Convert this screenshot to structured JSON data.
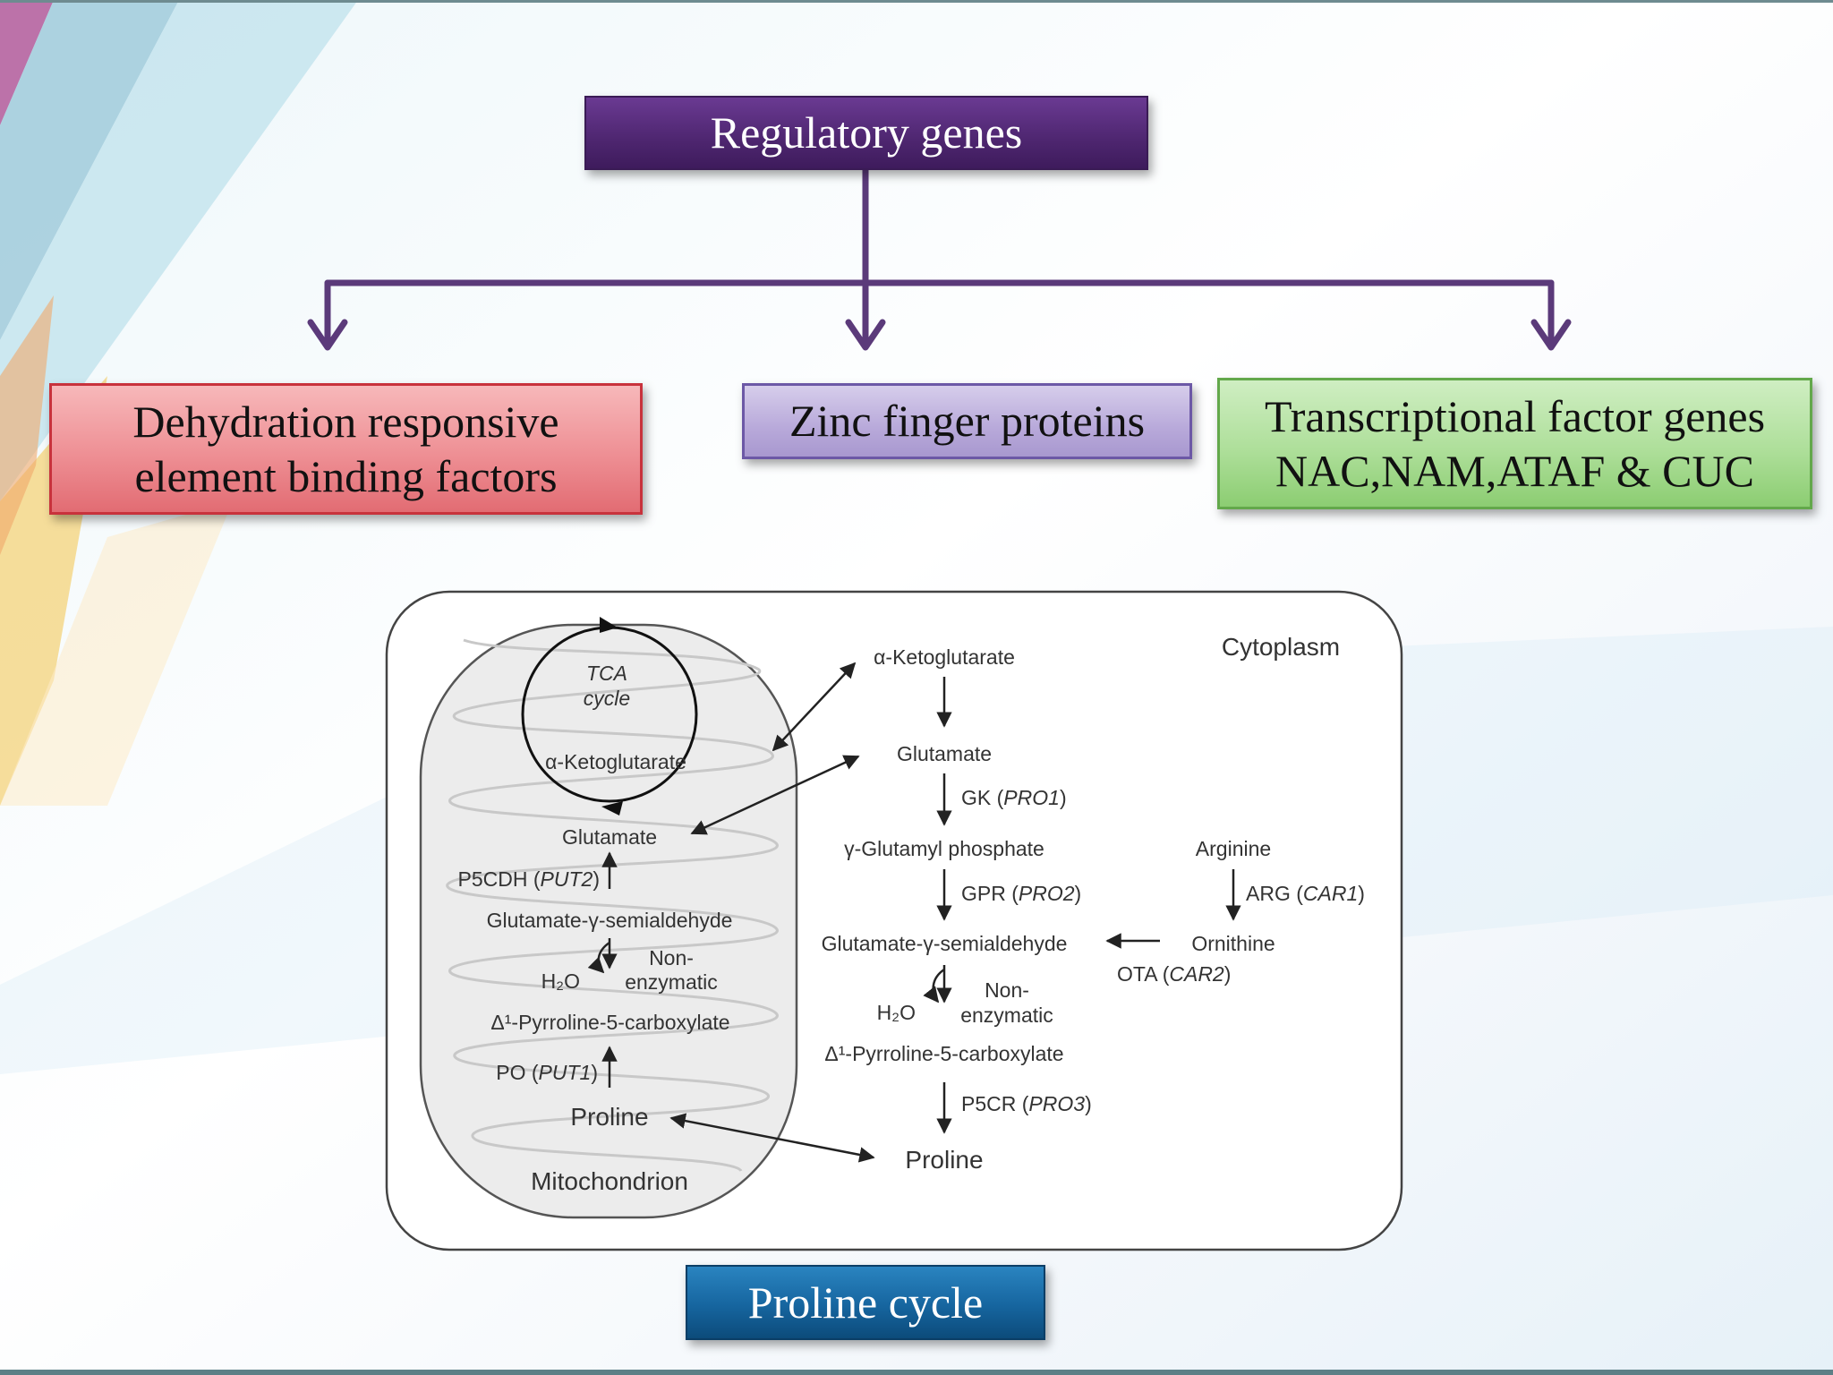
{
  "colors": {
    "connector": "#5b3a7a",
    "regulatory_box": "#4e2670",
    "dreb_box": "#ee8f94",
    "zinc_box": "#b8a9da",
    "tf_box": "#aedf9a",
    "caption_box": "#16659f"
  },
  "hierarchy": {
    "root": "Regulatory genes",
    "children": [
      "Dehydration responsive\nelement binding factors",
      "Zinc finger proteins",
      "Transcriptional factor genes\nNAC,NAM,ATAF & CUC"
    ]
  },
  "pathway": {
    "compartments": {
      "cytoplasm": "Cytoplasm",
      "mitochondrion": "Mitochondrion"
    },
    "mito": {
      "tca_line1": "TCA",
      "tca_line2": "cycle",
      "aketo": "α-Ketoglutarate",
      "glutamate": "Glutamate",
      "p5cdh": "P5CDH",
      "put2": "PUT2",
      "gsa": "Glutamate-γ-semialdehyde",
      "h2o": "H₂O",
      "nonenz1": "Non-",
      "nonenz2": "enzymatic",
      "p5c": "Δ¹-Pyrroline-5-carboxylate",
      "po": "PO",
      "put1": "PUT1",
      "proline": "Proline"
    },
    "cyto": {
      "aketo": "α-Ketoglutarate",
      "glutamate": "Glutamate",
      "gk": "GK",
      "pro1": "PRO1",
      "gp": "γ-Glutamyl phosphate",
      "gpr": "GPR",
      "pro2": "PRO2",
      "gsa": "Glutamate-γ-semialdehyde",
      "h2o": "H₂O",
      "nonenz1": "Non-",
      "nonenz2": "enzymatic",
      "p5c": "Δ¹-Pyrroline-5-carboxylate",
      "p5cr": "P5CR",
      "pro3": "PRO3",
      "proline": "Proline",
      "arginine": "Arginine",
      "arg": "ARG",
      "car1": "CAR1",
      "ornithine": "Ornithine",
      "ota": "OTA",
      "car2": "CAR2"
    }
  },
  "caption": "Proline cycle"
}
